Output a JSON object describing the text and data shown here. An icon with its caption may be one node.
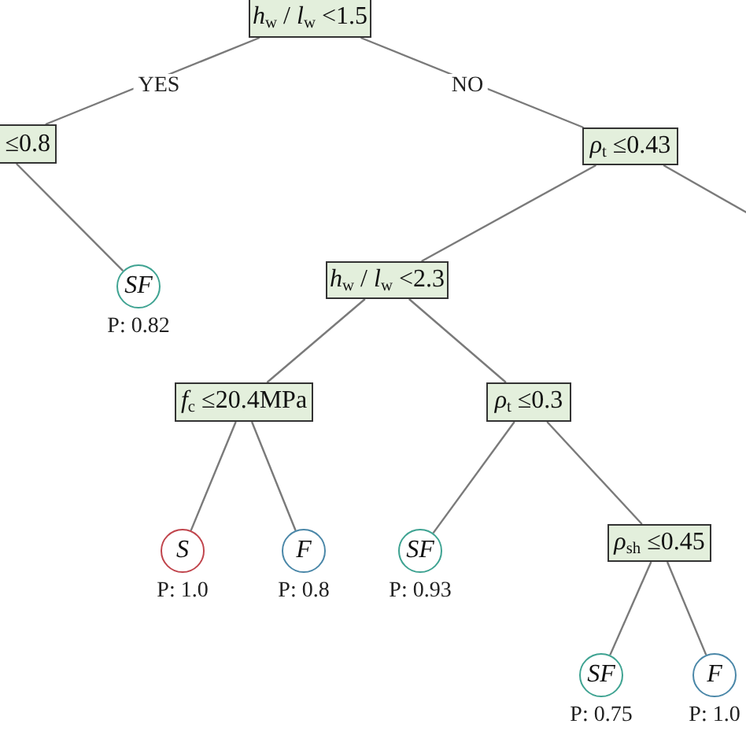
{
  "diagram": {
    "nodes": [
      {
        "text": [
          "*h*$_{w}$ / *l*$_{w}$ <1.5"
        ]
      },
      {
        "text": [
          "≤0.8"
        ]
      },
      {
        "text": [
          "*ρ*$_{t}$ ≤0.43"
        ]
      },
      {
        "text": [
          "SF"
        ],
        "beside": [
          "P: 0.82"
        ]
      },
      {
        "text": [
          "*h*$_{w}$ / *l*$_{w}$ <2.3"
        ]
      },
      {
        "text": [
          "*f*$_{c}$ ≤20.4MPa"
        ]
      },
      {
        "text": [
          "*ρ*$_{t}$ ≤0.3"
        ]
      },
      {
        "text": [
          "S"
        ],
        "beside": [
          "P: 1.0"
        ]
      },
      {
        "text": [
          "F"
        ],
        "beside": [
          "P: 0.8"
        ]
      },
      {
        "text": [
          "SF"
        ],
        "beside": [
          "P: 0.93"
        ]
      },
      {
        "text": [
          "*ρ*$_{sh}$ ≤0.45"
        ]
      },
      {
        "text": [
          "SF"
        ],
        "beside": [
          "P: 0.75"
        ]
      },
      {
        "text": [
          "F"
        ],
        "beside": [
          "P: 1.0"
        ]
      }
    ],
    "edges": [
      {
        "from": 0,
        "to": 1,
        "arrow": "none",
        "label": "YES"
      },
      {
        "from": 0,
        "to": 2,
        "arrow": "none",
        "label": "NO"
      },
      {
        "from": 1,
        "to": 3,
        "arrow": "none"
      },
      {
        "from": 2,
        "to": 4,
        "arrow": "none"
      },
      {
        "from": 2,
        "to": null,
        "arrow": "none"
      },
      {
        "from": 4,
        "to": 5,
        "arrow": "none"
      },
      {
        "from": 4,
        "to": 6,
        "arrow": "none"
      },
      {
        "from": 5,
        "to": 7,
        "arrow": "none"
      },
      {
        "from": 5,
        "to": 8,
        "arrow": "none"
      },
      {
        "from": 6,
        "to": 9,
        "arrow": "none"
      },
      {
        "from": 6,
        "to": 10,
        "arrow": "none"
      },
      {
        "from": 10,
        "to": 11,
        "arrow": "none"
      },
      {
        "from": 10,
        "to": 12,
        "arrow": "none"
      }
    ]
  }
}
